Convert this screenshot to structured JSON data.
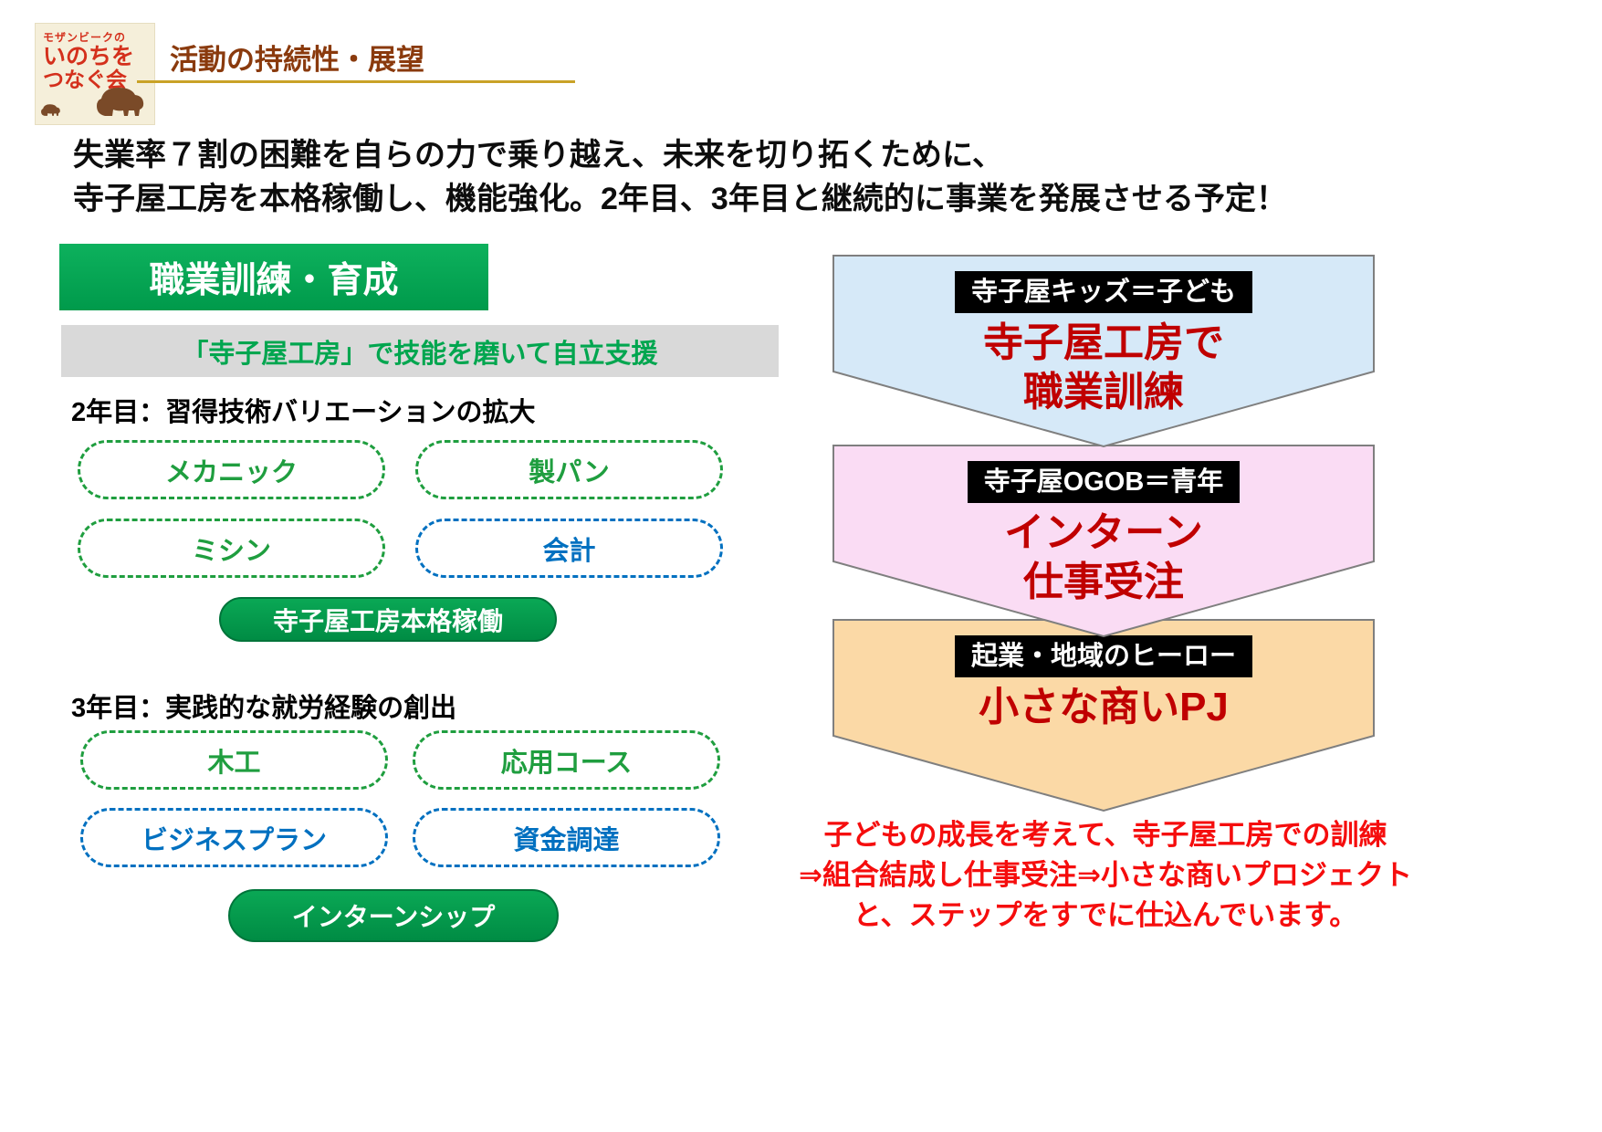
{
  "logo": {
    "line1": "モザンビークの",
    "line2": "いのちを",
    "line3": "つなぐ会"
  },
  "header": {
    "title": "活動の持続性・展望"
  },
  "intro": {
    "line1": "失業率７割の困難を自らの力で乗り越え、未来を切り拓くために、",
    "line2": "寺子屋工房を本格稼働し、機能強化。2年目、3年目と継続的に事業を発展させる予定！"
  },
  "left": {
    "section_title": "職業訓練・育成",
    "subtitle": "「寺子屋工房」で技能を磨いて自立支援",
    "year2": {
      "heading": "2年目：習得技術バリエーションの拡大",
      "pills": [
        {
          "label": "メカニック",
          "color": "green"
        },
        {
          "label": "製パン",
          "color": "green"
        },
        {
          "label": "ミシン",
          "color": "green"
        },
        {
          "label": "会計",
          "color": "blue"
        }
      ],
      "result": "寺子屋工房本格稼働"
    },
    "year3": {
      "heading": "3年目：実践的な就労経験の創出",
      "pills": [
        {
          "label": "木工",
          "color": "green"
        },
        {
          "label": "応用コース",
          "color": "green"
        },
        {
          "label": "ビジネスプラン",
          "color": "blue"
        },
        {
          "label": "資金調達",
          "color": "blue"
        }
      ],
      "result": "インターンシップ"
    }
  },
  "right": {
    "steps": [
      {
        "badge": "寺子屋キッズ＝子ども",
        "line1": "寺子屋工房で",
        "line2": "職業訓練",
        "fill": "#d6e9f8"
      },
      {
        "badge": "寺子屋OGOB＝青年",
        "line1": "インターン",
        "line2": "仕事受注",
        "fill": "#fadcf4"
      },
      {
        "badge": "起業・地域のヒーロー",
        "line1": "小さな商いPJ",
        "fill": "#fbd9a6"
      }
    ],
    "note": {
      "line1": "子どもの成長を考えて、寺子屋工房での訓練",
      "line2": "⇒組合結成し仕事受注⇒小さな商いプロジェクト",
      "line3": "と、ステップをすでに仕込んでいます。"
    }
  },
  "colors": {
    "accent_green": "#00a651",
    "pill_green": "#1f9e3f",
    "pill_blue": "#0070c0",
    "step_text_red": "#c00000",
    "note_red": "#f50d0d",
    "title_brown": "#8a3a0d",
    "underline_gold": "#c9a227",
    "badge_black": "#000000",
    "step_fill_blue": "#d6e9f8",
    "step_fill_pink": "#fadcf4",
    "step_fill_orange": "#fbd9a6"
  }
}
